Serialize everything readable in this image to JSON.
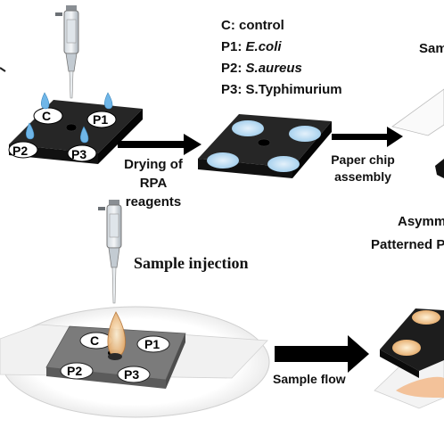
{
  "legend": [
    {
      "code": "C:",
      "name": "control",
      "italic": false
    },
    {
      "code": "P1:",
      "name": "E.coli",
      "italic": true
    },
    {
      "code": "P2:",
      "name": "S.aureus",
      "italic": true
    },
    {
      "code": "P3:",
      "name": "S.Typhimurium",
      "italic": false
    }
  ],
  "steps": {
    "drying": [
      "Drying of",
      "RPA",
      "reagents"
    ],
    "assembly": [
      "Paper chip",
      "assembly"
    ],
    "injection": "Sample injection",
    "flow": "Sample flow"
  },
  "top_right_fragment": "Sam",
  "right_fragments": [
    "Asymm",
    "Patterned Pl"
  ],
  "chip_labels": {
    "top": [
      "C",
      "P1",
      "P2",
      "P3"
    ],
    "bottom": [
      "C",
      "P1",
      "P2",
      "P3"
    ]
  },
  "colors": {
    "chip": "#1f1f1f",
    "chip_bottom": "#7a7a7a",
    "dried_spot": "#bcdaf2",
    "droplet": "#6fb6e8",
    "sample": "#e9b07a",
    "arrow": "#000000"
  }
}
